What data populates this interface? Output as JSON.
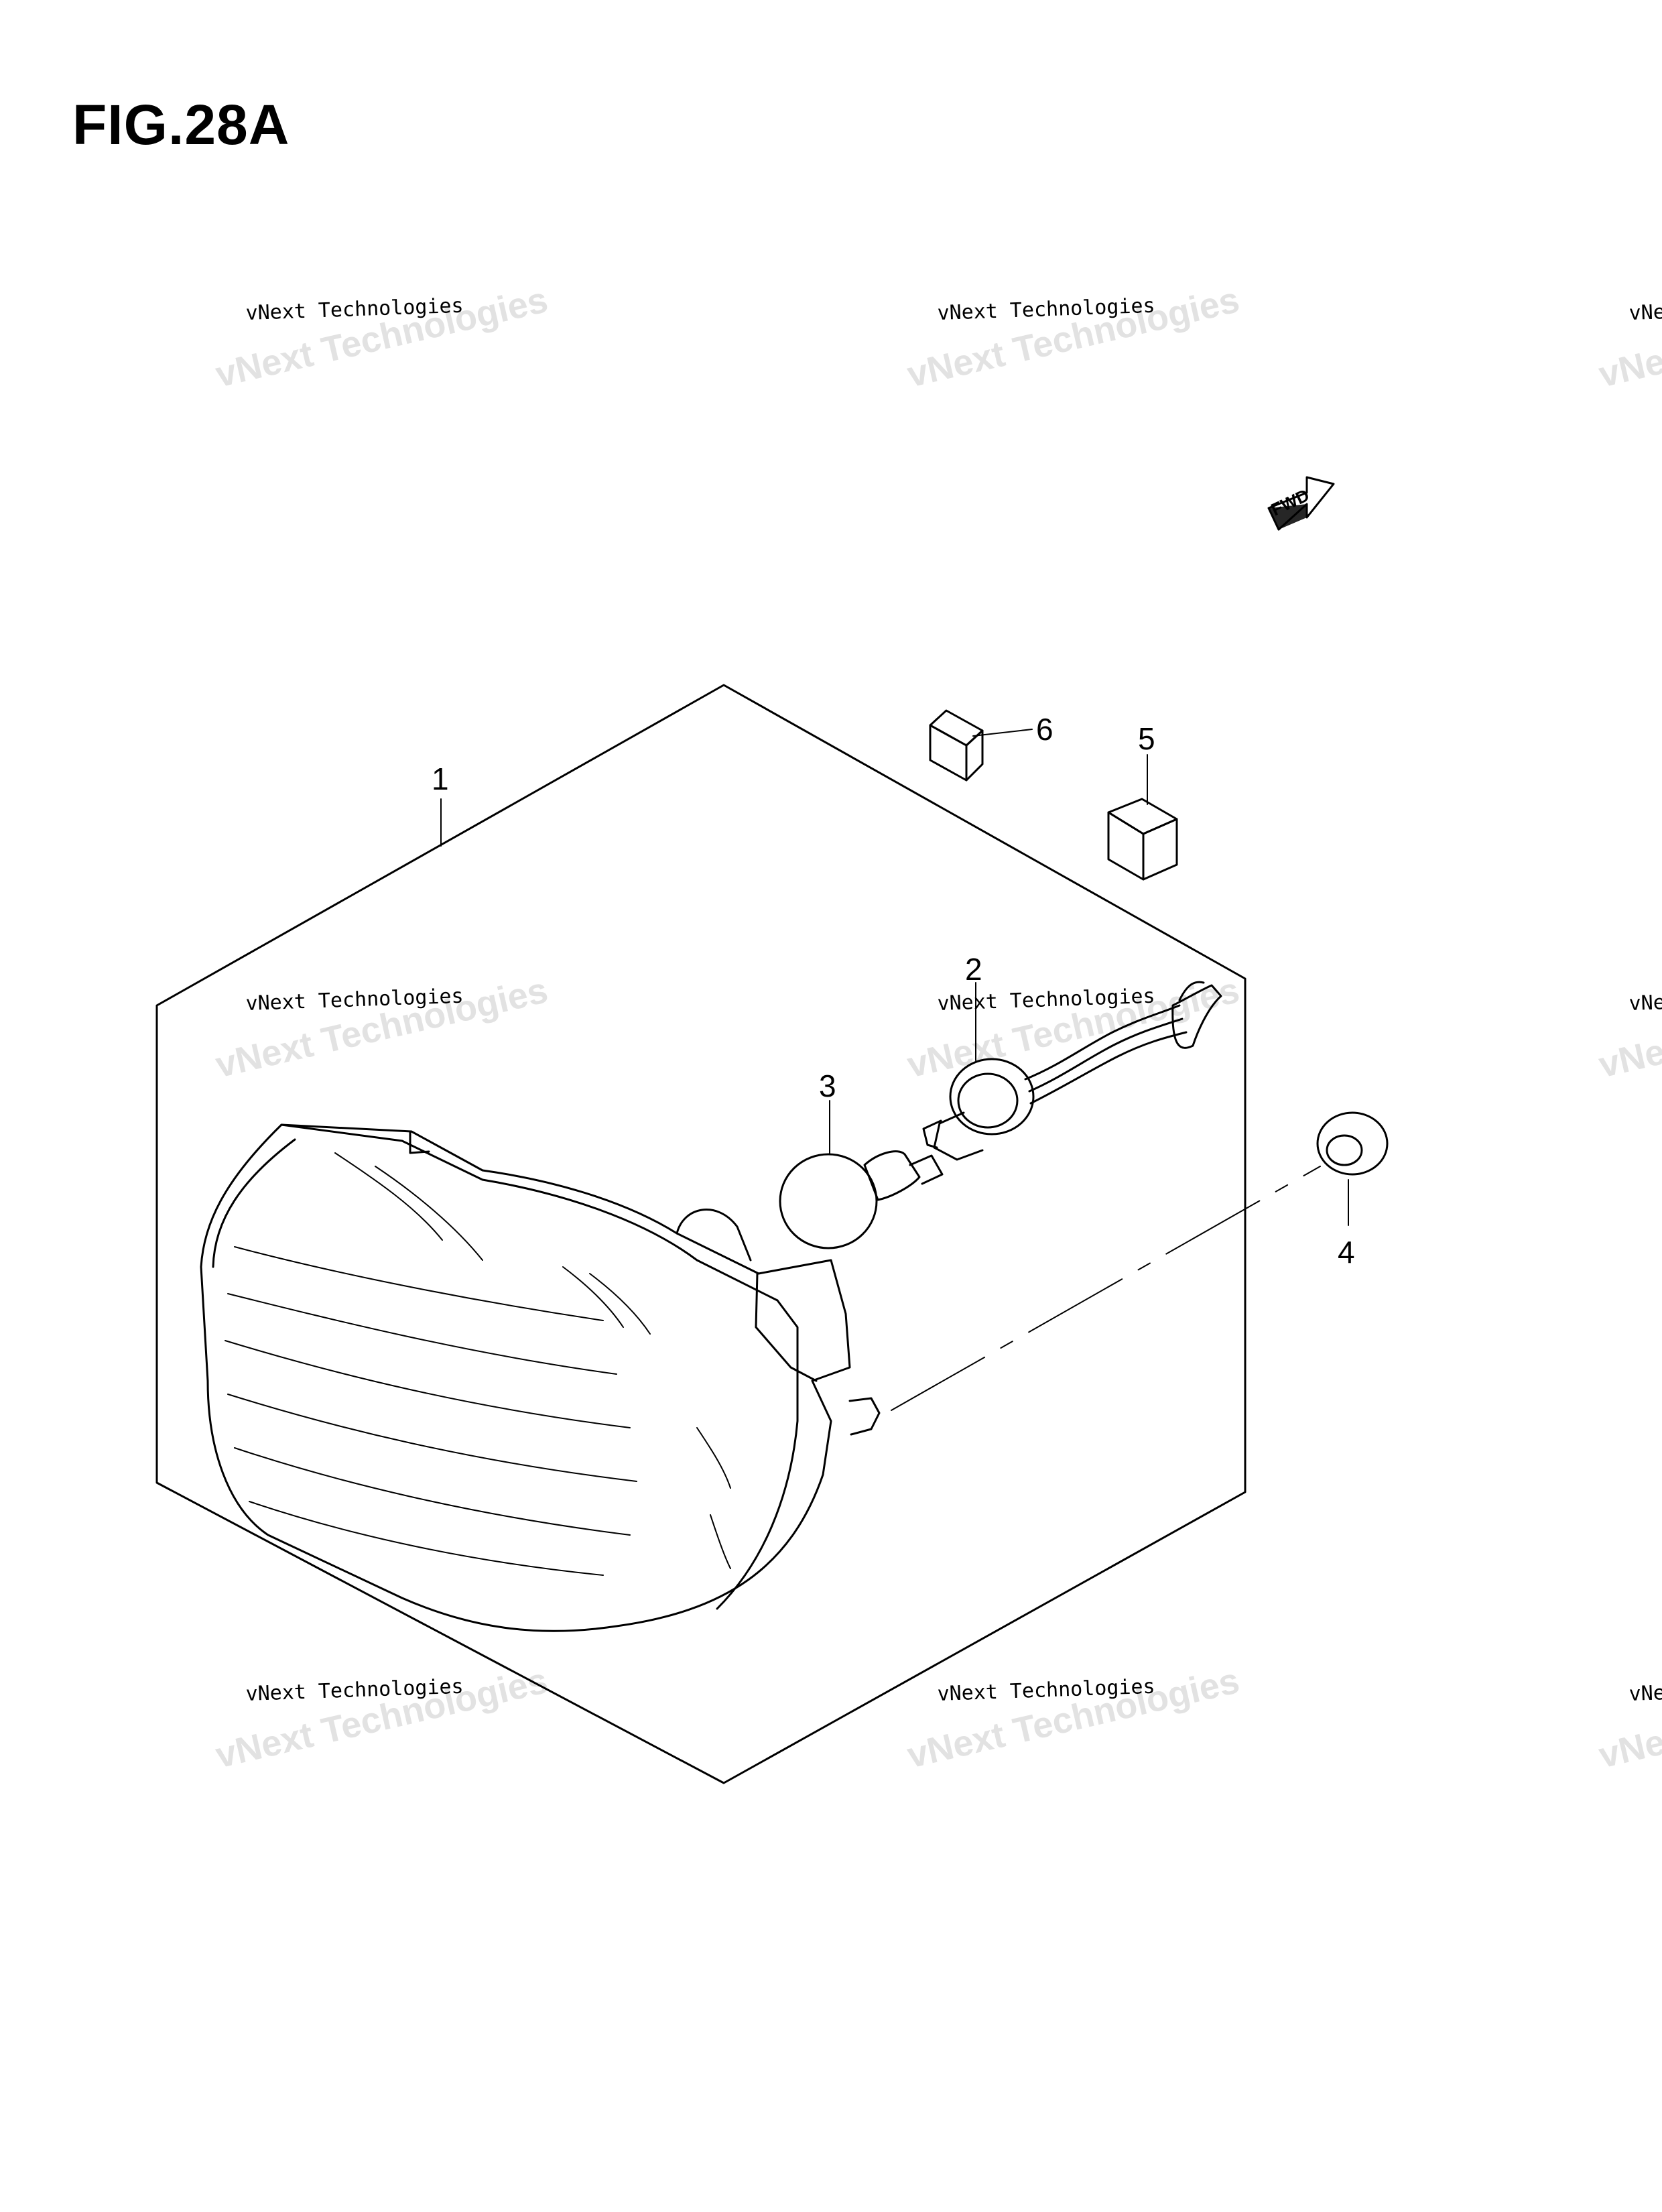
{
  "figure": {
    "title": "FIG.28A"
  },
  "watermark": {
    "line1": "vNext Technologies",
    "line2": "vNext Technologies"
  },
  "direction_mark": {
    "label": "FWD"
  },
  "callouts": [
    "1",
    "2",
    "3",
    "4",
    "5",
    "6"
  ]
}
